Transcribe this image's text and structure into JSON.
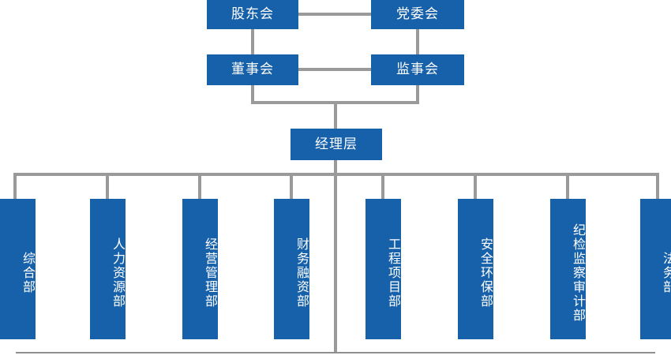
{
  "chart": {
    "type": "org-chart",
    "title": "",
    "colors": {
      "node_fill": "#1761AA",
      "node_text": "#ffffff",
      "connector": "#9a9a9a",
      "base_rule": "#8f8f8f",
      "background": "#ffffff"
    }
  },
  "governance": {
    "shareholders_meeting": "股东会",
    "party_committee": "党委会",
    "board_of_directors": "董事会",
    "board_of_supervisors": "监事会",
    "management_layer": "经理层"
  },
  "departments": [
    {
      "label": "综合部"
    },
    {
      "label": "人力资源部"
    },
    {
      "label": "经营管理部"
    },
    {
      "label": "财务融资部"
    },
    {
      "label": "工程项目部"
    },
    {
      "label": "安全环保部"
    },
    {
      "label": "纪检监察审计部"
    },
    {
      "label": "法务部"
    }
  ]
}
